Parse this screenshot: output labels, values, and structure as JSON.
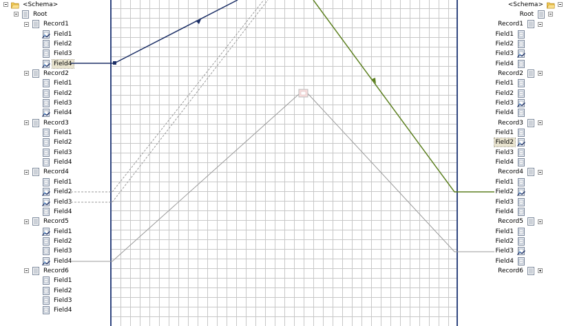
{
  "left_tree": {
    "schema_label": "<Schema>",
    "root_label": "Root",
    "records": [
      {
        "label": "Record1",
        "fields": [
          {
            "label": "Field1",
            "icon": "linked-field-icon"
          },
          {
            "label": "Field2",
            "icon": "field-icon"
          },
          {
            "label": "Field3",
            "icon": "field-icon"
          },
          {
            "label": "Field4",
            "icon": "linked-field-icon"
          }
        ]
      },
      {
        "label": "Record2",
        "fields": [
          {
            "label": "Field1",
            "icon": "field-icon"
          },
          {
            "label": "Field2",
            "icon": "field-icon"
          },
          {
            "label": "Field3",
            "icon": "field-icon"
          },
          {
            "label": "Field4",
            "icon": "linked-field-icon"
          }
        ]
      },
      {
        "label": "Record3",
        "fields": [
          {
            "label": "Field1",
            "icon": "field-icon"
          },
          {
            "label": "Field2",
            "icon": "field-icon"
          },
          {
            "label": "Field3",
            "icon": "field-icon"
          },
          {
            "label": "Field4",
            "icon": "field-icon"
          }
        ]
      },
      {
        "label": "Record4",
        "fields": [
          {
            "label": "Field1",
            "icon": "field-icon"
          },
          {
            "label": "Field2",
            "icon": "linked-field-icon"
          },
          {
            "label": "Field3",
            "icon": "linked-field-icon"
          },
          {
            "label": "Field4",
            "icon": "field-icon"
          }
        ]
      },
      {
        "label": "Record5",
        "fields": [
          {
            "label": "Field1",
            "icon": "linked-field-icon"
          },
          {
            "label": "Field2",
            "icon": "field-icon"
          },
          {
            "label": "Field3",
            "icon": "field-icon"
          },
          {
            "label": "Field4",
            "icon": "linked-field-icon"
          }
        ]
      },
      {
        "label": "Record6",
        "fields": [
          {
            "label": "Field1",
            "icon": "field-icon"
          },
          {
            "label": "Field2",
            "icon": "field-icon"
          },
          {
            "label": "Field3",
            "icon": "field-icon"
          },
          {
            "label": "Field4",
            "icon": "field-icon"
          }
        ]
      }
    ]
  },
  "right_tree": {
    "schema_label": "<Schema>",
    "root_label": "Root",
    "records": [
      {
        "label": "Record1",
        "fields": [
          {
            "label": "Field1",
            "icon": "field-icon"
          },
          {
            "label": "Field2",
            "icon": "field-icon"
          },
          {
            "label": "Field3",
            "icon": "linked-field-icon"
          },
          {
            "label": "Field4",
            "icon": "field-icon"
          }
        ]
      },
      {
        "label": "Record2",
        "fields": [
          {
            "label": "Field1",
            "icon": "field-icon"
          },
          {
            "label": "Field2",
            "icon": "field-icon"
          },
          {
            "label": "Field3",
            "icon": "linked-field-icon"
          },
          {
            "label": "Field4",
            "icon": "field-icon"
          }
        ]
      },
      {
        "label": "Record3",
        "fields": [
          {
            "label": "Field1",
            "icon": "field-icon"
          },
          {
            "label": "Field2",
            "icon": "linked-field-icon"
          },
          {
            "label": "Field3",
            "icon": "field-icon"
          },
          {
            "label": "Field4",
            "icon": "field-icon"
          }
        ]
      },
      {
        "label": "Record4",
        "fields": [
          {
            "label": "Field1",
            "icon": "field-icon"
          },
          {
            "label": "Field2",
            "icon": "linked-field-icon"
          },
          {
            "label": "Field3",
            "icon": "field-icon"
          },
          {
            "label": "Field4",
            "icon": "field-icon"
          }
        ]
      },
      {
        "label": "Record5",
        "fields": [
          {
            "label": "Field1",
            "icon": "field-icon"
          },
          {
            "label": "Field2",
            "icon": "field-icon"
          },
          {
            "label": "Field3",
            "icon": "linked-field-icon"
          },
          {
            "label": "Field4",
            "icon": "field-icon"
          }
        ]
      },
      {
        "label": "Record6",
        "collapsed": true,
        "fields": []
      }
    ]
  },
  "colors": {
    "grid_border": "#30457f",
    "link_navy": "#1c2f66",
    "link_green": "#5b7f1e",
    "link_gray": "#9a9a9a",
    "functoid": "#f8dede",
    "selection": "#e9e4cf"
  }
}
